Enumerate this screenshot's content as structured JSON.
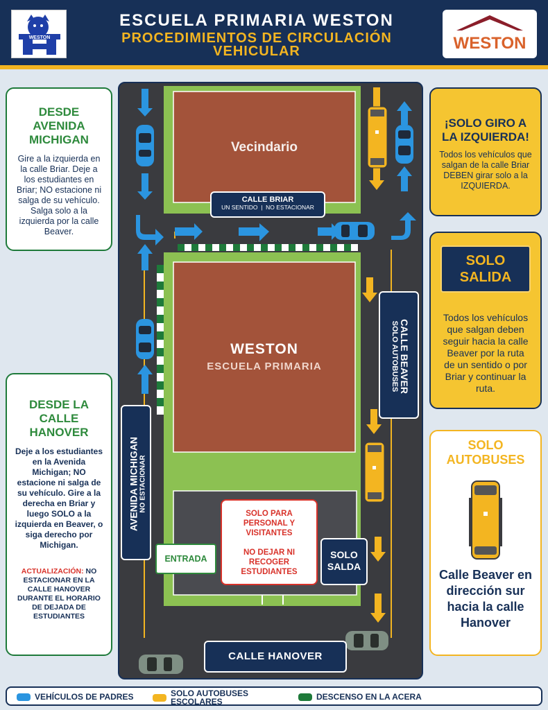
{
  "header": {
    "title": "ESCUELA PRIMARIA WESTON",
    "subtitle_line1": "PROCEDIMIENTOS DE CIRCULACIÓN",
    "subtitle_line2": "VEHICULAR",
    "logo_left_text": "WESTON",
    "logo_right_text": "WESTON"
  },
  "left_top": {
    "title": "DESDE AVENIDA MICHIGAN",
    "body": "Gire a la izquierda en la calle Briar. Deje a los estudiantes en Briar; NO estacione ni salga de su vehículo. Salga solo a la izquierda por la calle Beaver."
  },
  "left_bottom": {
    "title": "DESDE LA CALLE HANOVER",
    "body": "Deje a los estudiantes en la Avenida Michigan; NO estacione ni salga de su vehículo. Gire a la derecha en Briar y luego SOLO a la izquierda en Beaver, o siga derecho por Michigan.",
    "update_label": "ACTUALIZACIÓN:",
    "update_body": " NO ESTACIONAR EN LA CALLE HANOVER DURANTE EL HORARIO DE DEJADA DE ESTUDIANTES"
  },
  "right_top": {
    "title": "¡SOLO GIRO A LA IZQUIERDA!",
    "body": "Todos los vehículos que salgan de la calle Briar DEBEN girar solo a la IZQUIERDA."
  },
  "right_mid": {
    "badge": "SOLO SALIDA",
    "body": "Todos los vehículos que salgan deben seguir hacia la calle Beaver por la ruta de un sentido o por Briar y continuar la ruta."
  },
  "right_bottom": {
    "title": "SOLO AUTOBUSES",
    "body": "Calle Beaver en dirección sur hacia la calle Hanover"
  },
  "map": {
    "neighborhood": "Vecindario",
    "briar_title": "CALLE BRIAR",
    "briar_sub": "UN SENTIDO  |  NO ESTACIONAR",
    "school_name": "WESTON",
    "school_sub": "ESCUELA PRIMARIA",
    "beaver_title": "CALLE BEAVER",
    "beaver_sub": "SOLO AUTOBUSES",
    "michigan_title": "AVENIDA MICHIGAN",
    "michigan_sub": "NO ESTACIONAR",
    "parking_note1": "SOLO PARA PERSONAL Y VISITANTES",
    "parking_note2": "NO DEJAR NI RECOGER ESTUDIANTES",
    "entrance": "ENTRADA",
    "exit": "SOLO SALDA",
    "hanover": "CALLE HANOVER"
  },
  "legend": {
    "parents": "VEHÍCULOS DE PADRES",
    "buses": "SOLO AUTOBUSES ESCOLARES",
    "curb": "DESCENSO EN LA ACERA"
  },
  "colors": {
    "navy": "#173057",
    "parents_blue": "#2b95e0",
    "bus_yellow": "#f3b521",
    "curb_green": "#1e7a3a"
  }
}
